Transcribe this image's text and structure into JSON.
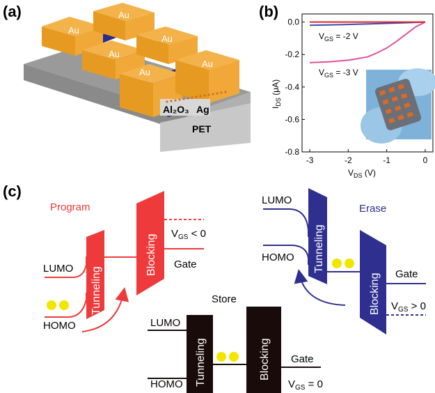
{
  "panels": {
    "a": "(a)",
    "b": "(b)",
    "c": "(c)"
  },
  "device": {
    "electrode_label": "Au",
    "dielectric_label": "Al₂O₃",
    "np_label": "Ag",
    "substrate_label": "PET"
  },
  "chart_data": {
    "type": "line",
    "xlabel": "V_DS (V)",
    "ylabel": "I_DS (μA)",
    "xlim": [
      -3.2,
      0.2
    ],
    "ylim": [
      -0.8,
      0.05
    ],
    "xticks": [
      -3,
      -2,
      -1,
      0
    ],
    "yticks": [
      0.0,
      -0.2,
      -0.4,
      -0.6,
      -0.8
    ],
    "series": [
      {
        "name": "V_GS = -2 V",
        "color": "#3848b0",
        "x": [
          -3.0,
          -2.5,
          -2.0,
          -1.5,
          -1.0,
          -0.5,
          0.0
        ],
        "y": [
          -0.02,
          -0.018,
          -0.015,
          -0.012,
          -0.008,
          -0.004,
          0.0
        ]
      },
      {
        "name": "V_GS = -3 V",
        "color": "#e0509a",
        "x": [
          -3.0,
          -2.5,
          -2.0,
          -1.5,
          -1.25,
          -1.0,
          -0.75,
          -0.5,
          -0.25,
          0.0
        ],
        "y": [
          -0.25,
          -0.245,
          -0.235,
          -0.215,
          -0.19,
          -0.16,
          -0.12,
          -0.075,
          -0.03,
          0.0
        ]
      },
      {
        "name": "",
        "color": "#e02020",
        "x": [
          -3.0,
          -2.0,
          -1.0,
          0.0
        ],
        "y": [
          0.0,
          0.0,
          0.0,
          0.0
        ]
      }
    ],
    "legend": {
      "vgs_m2": {
        "prefix": "V",
        "sub": "GS",
        "suffix": " = -2 V"
      },
      "vgs_m3": {
        "prefix": "V",
        "sub": "GS",
        "suffix": " = -3 V"
      }
    },
    "axis_text": {
      "x_main": "V",
      "x_sub": "DS",
      "x_unit": " (V)",
      "y_main": "I",
      "y_sub": "DS",
      "y_unit": " (μA)"
    },
    "tick_labels_y": [
      "0.0",
      "-0.2",
      "-0.4",
      "-0.6",
      "-0.8"
    ],
    "tick_labels_x": [
      "-3",
      "-2",
      "-1",
      "0"
    ]
  },
  "band": {
    "program": {
      "title": "Program",
      "lumo": "LUMO",
      "homo": "HOMO",
      "tunneling": "Tunneling",
      "blocking": "Blocking",
      "gate": "Gate",
      "vgs_prefix": "V",
      "vgs_sub": "GS",
      "vgs_suffix": " < 0"
    },
    "erase": {
      "title": "Erase",
      "lumo": "LUMO",
      "homo": "HOMO",
      "tunneling": "Tunneling",
      "blocking": "Blocking",
      "gate": "Gate",
      "vgs_prefix": "V",
      "vgs_sub": "GS",
      "vgs_suffix": " > 0"
    },
    "store": {
      "title": "Store",
      "lumo": "LUMO",
      "homo": "HOMO",
      "tunneling": "Tunneling",
      "blocking": "Blocking",
      "gate": "Gate",
      "vgs_prefix": "V",
      "vgs_sub": "GS",
      "vgs_suffix": " = 0"
    },
    "colors": {
      "program": "#ee3a3a",
      "erase": "#2e2f8e",
      "store": "#1a0b0b",
      "charge": "#f2e600"
    }
  }
}
